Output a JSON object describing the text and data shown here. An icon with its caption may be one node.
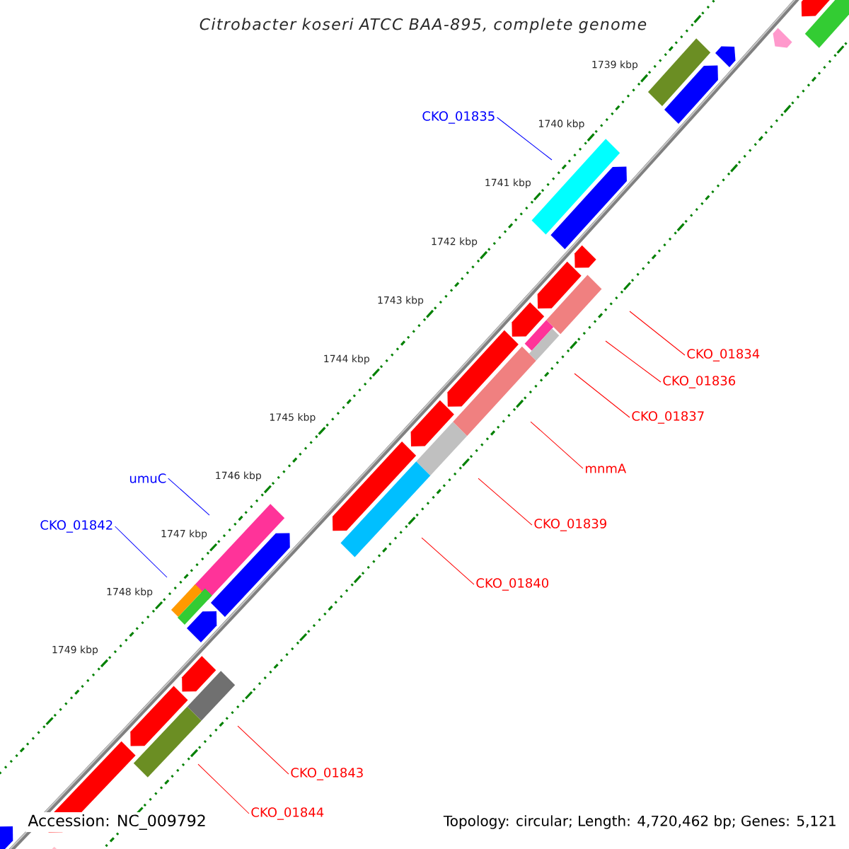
{
  "diagram": {
    "title": "Citrobacter koseri ATCC BAA-895, complete genome",
    "nodes": [
      {
        "text": [
          "CKO_01835"
        ]
      },
      {
        "text": [
          "CKO_01834"
        ]
      },
      {
        "text": [
          "CKO_01836"
        ]
      },
      {
        "text": [
          "CKO_01837"
        ]
      },
      {
        "text": [
          "mnmA"
        ]
      },
      {
        "text": [
          "umuC"
        ]
      },
      {
        "text": [
          "CKO_01839"
        ]
      },
      {
        "text": [
          "CKO_01842"
        ]
      },
      {
        "text": [
          "CKO_01840"
        ]
      },
      {
        "text": [
          "CKO_01843"
        ]
      },
      {
        "text": [
          "CKO_01844"
        ]
      }
    ],
    "edges": [
      {
        "from": 0,
        "to": null,
        "arrow": "none",
        "color": "#0000ff"
      },
      {
        "from": 1,
        "to": null,
        "arrow": "none"
      },
      {
        "from": 2,
        "to": null,
        "arrow": "none"
      },
      {
        "from": 3,
        "to": null,
        "arrow": "none"
      },
      {
        "from": 4,
        "to": null,
        "arrow": "none"
      },
      {
        "from": 5,
        "to": null,
        "arrow": "none",
        "color": "#0000ff"
      },
      {
        "from": 6,
        "to": null,
        "arrow": "none"
      },
      {
        "from": 7,
        "to": null,
        "arrow": "none",
        "color": "#0000ff"
      },
      {
        "from": 8,
        "to": null,
        "arrow": "none"
      },
      {
        "from": 9,
        "to": null,
        "arrow": "none"
      },
      {
        "from": 10,
        "to": null,
        "arrow": "none"
      }
    ],
    "labels": [
      "1739 kbp",
      "1740 kbp",
      "1741 kbp",
      "1742 kbp",
      "1743 kbp",
      "1744 kbp",
      "1745 kbp",
      "1746 kbp",
      "1747 kbp",
      "1748 kbp",
      "1749 kbp",
      "Accession: NC_009792",
      "Topology: circular; Length: 4,720,462 bp; Genes: 5,121"
    ]
  }
}
